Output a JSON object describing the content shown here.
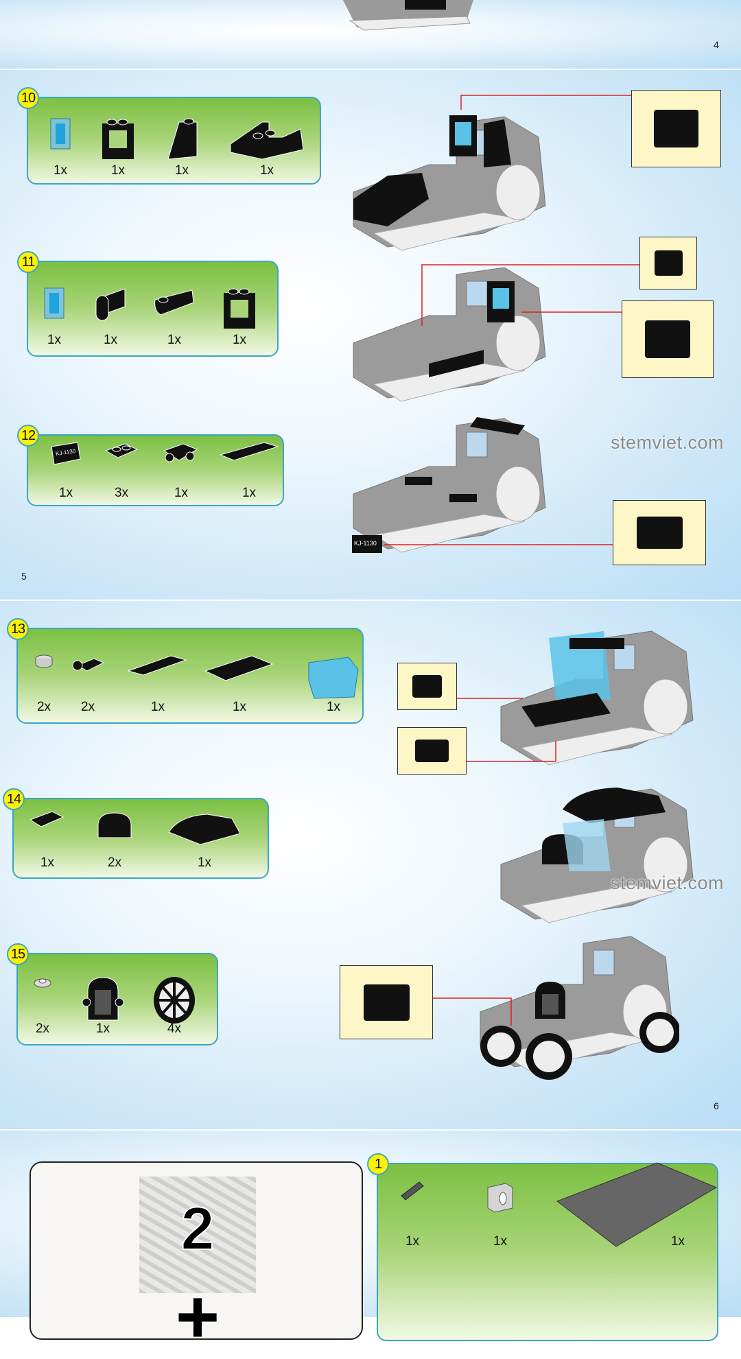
{
  "pages": [
    {
      "number": "4"
    },
    {
      "number": "5"
    },
    {
      "number": "6"
    },
    {
      "number": ""
    }
  ],
  "watermark": "stemviet.com",
  "steps": [
    {
      "number": "10",
      "parts": [
        {
          "icon": "trans-blue-window-glass",
          "count": "1x"
        },
        {
          "icon": "black-window-frame",
          "count": "1x"
        },
        {
          "icon": "black-slope-brick",
          "count": "1x"
        },
        {
          "icon": "black-wedge-brick",
          "count": "1x"
        }
      ]
    },
    {
      "number": "11",
      "parts": [
        {
          "icon": "trans-blue-window-glass",
          "count": "1x"
        },
        {
          "icon": "black-hinge-plate",
          "count": "1x"
        },
        {
          "icon": "black-curved-hinge",
          "count": "1x"
        },
        {
          "icon": "black-window-frame",
          "count": "1x"
        }
      ]
    },
    {
      "number": "12",
      "parts": [
        {
          "icon": "printed-tile",
          "count": "1x",
          "label": "KJ-1130"
        },
        {
          "icon": "black-plate-1x2",
          "count": "3x"
        },
        {
          "icon": "black-bracket-plate",
          "count": "1x"
        },
        {
          "icon": "black-tile-long",
          "count": "1x"
        }
      ]
    },
    {
      "number": "13",
      "parts": [
        {
          "icon": "gray-round-tile",
          "count": "2x"
        },
        {
          "icon": "black-pin-plate",
          "count": "2x"
        },
        {
          "icon": "black-plate-1x4",
          "count": "1x"
        },
        {
          "icon": "black-plate-2x4",
          "count": "1x"
        },
        {
          "icon": "trans-blue-windscreen",
          "count": "1x"
        }
      ]
    },
    {
      "number": "14",
      "parts": [
        {
          "icon": "black-tile-1x2",
          "count": "1x"
        },
        {
          "icon": "black-curved-brick",
          "count": "2x"
        },
        {
          "icon": "black-curved-roof",
          "count": "1x"
        }
      ]
    },
    {
      "number": "15",
      "parts": [
        {
          "icon": "gray-round-plate",
          "count": "2x"
        },
        {
          "icon": "black-grille-brick",
          "count": "1x"
        },
        {
          "icon": "black-spoked-wheel",
          "count": "4x"
        }
      ]
    },
    {
      "number": "1",
      "parts": [
        {
          "icon": "gray-technic-pin",
          "count": "1x"
        },
        {
          "icon": "gray-technic-brick",
          "count": "1x"
        },
        {
          "icon": "gray-base-plate",
          "count": "1x"
        }
      ]
    }
  ],
  "bag": {
    "number": "2",
    "plus": "+"
  },
  "plate_label": "KJ-1130"
}
